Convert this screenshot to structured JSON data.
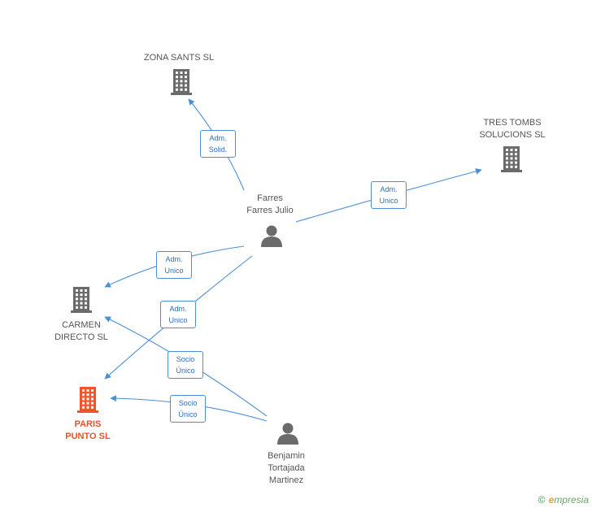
{
  "colors": {
    "edge": "#4a8fd8",
    "building": "#6b6b6b",
    "focus_building": "#f0552a",
    "person": "#6b6b6b"
  },
  "nodes": {
    "zona_sants": {
      "label": "ZONA SANTS SL",
      "icon": "building-icon"
    },
    "tres_tombs": {
      "label": "TRES TOMBS\nSOLUCIONS SL",
      "icon": "building-icon"
    },
    "carmen_directo": {
      "label": "CARMEN\nDIRECTO SL",
      "icon": "building-icon"
    },
    "paris_punto": {
      "label": "PARIS\nPUNTO SL",
      "icon": "building-icon"
    },
    "farres": {
      "label": "Farres\nFarres Julio",
      "icon": "person-icon"
    },
    "benjamin": {
      "label": "Benjamin\nTortajada\nMartinez",
      "icon": "person-icon"
    }
  },
  "edges": [
    {
      "from": "farres",
      "to": "zona_sants",
      "label": "Adm.\nSolid."
    },
    {
      "from": "farres",
      "to": "tres_tombs",
      "label": "Adm.\nUnico"
    },
    {
      "from": "farres",
      "to": "carmen_directo",
      "label": "Adm.\nUnico"
    },
    {
      "from": "farres",
      "to": "paris_punto",
      "label": "Adm.\nUnico"
    },
    {
      "from": "benjamin",
      "to": "carmen_directo",
      "label": "Socio\nÚnico"
    },
    {
      "from": "benjamin",
      "to": "paris_punto",
      "label": "Socio\nÚnico"
    }
  ],
  "watermark": {
    "copyright": "©",
    "brand_initial": "e",
    "brand_rest": "mpresia"
  }
}
